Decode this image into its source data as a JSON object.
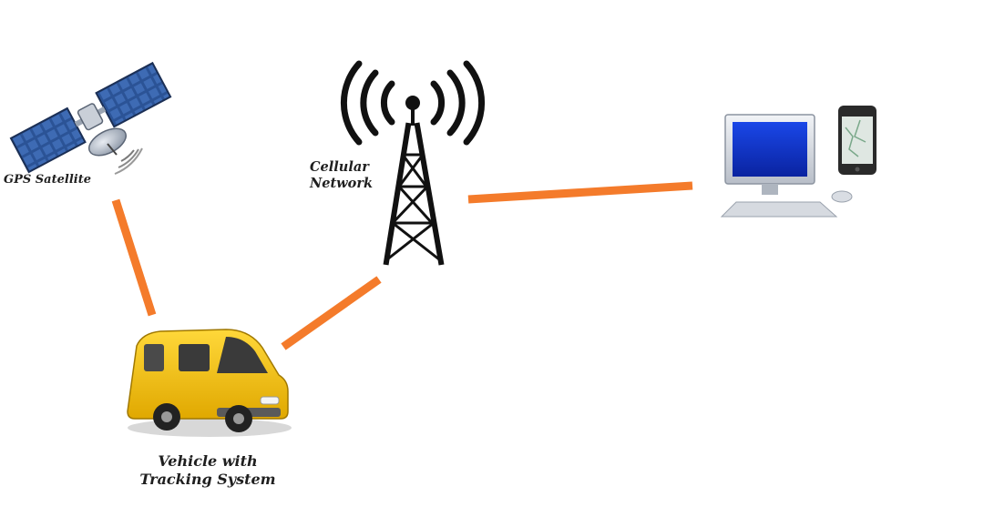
{
  "labels": {
    "gps_satellite": "GPS Satellite",
    "cellular_network": [
      "Cellular",
      "Network"
    ],
    "vehicle": [
      "Vehicle with",
      "Tracking System"
    ]
  },
  "colors": {
    "link": "#f47b2b",
    "van_body": "#f4c20d",
    "monitor_screen": "#1136c8",
    "tower": "#111111",
    "satellite_panel": "#274a86"
  },
  "icons": [
    "satellite-icon",
    "cell-tower-icon",
    "computer-icon",
    "smartphone-icon",
    "van-icon"
  ]
}
